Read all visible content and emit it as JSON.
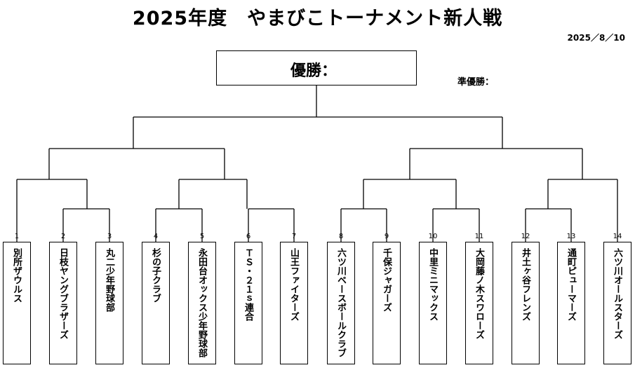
{
  "header": {
    "title": "2025年度　やまびこトーナメント新人戦",
    "date": "2025／8／10"
  },
  "result": {
    "winner_label": "優勝：",
    "runner_up_label": "準優勝："
  },
  "teams": [
    {
      "no": "1",
      "name": "別所ザウルス"
    },
    {
      "no": "2",
      "name": "日枝ヤングブラザーズ"
    },
    {
      "no": "3",
      "name": "丸二少年野球部"
    },
    {
      "no": "4",
      "name": "杉の子クラブ"
    },
    {
      "no": "5",
      "name": "永田台オックス少年野球部"
    },
    {
      "no": "6",
      "name": "ＴＳ・２１ｓ連合"
    },
    {
      "no": "7",
      "name": "山王ファイターズ"
    },
    {
      "no": "8",
      "name": "六ツ川ベースボールクラブ"
    },
    {
      "no": "9",
      "name": "千保ジャガーズ"
    },
    {
      "no": "10",
      "name": "中里ミニマックス"
    },
    {
      "no": "11",
      "name": "大岡藤ノ木スワローズ"
    },
    {
      "no": "12",
      "name": "井土ヶ谷フレンズ"
    },
    {
      "no": "13",
      "name": "通町ピューマーズ"
    },
    {
      "no": "14",
      "name": "六ツ川オールスターズ"
    }
  ]
}
